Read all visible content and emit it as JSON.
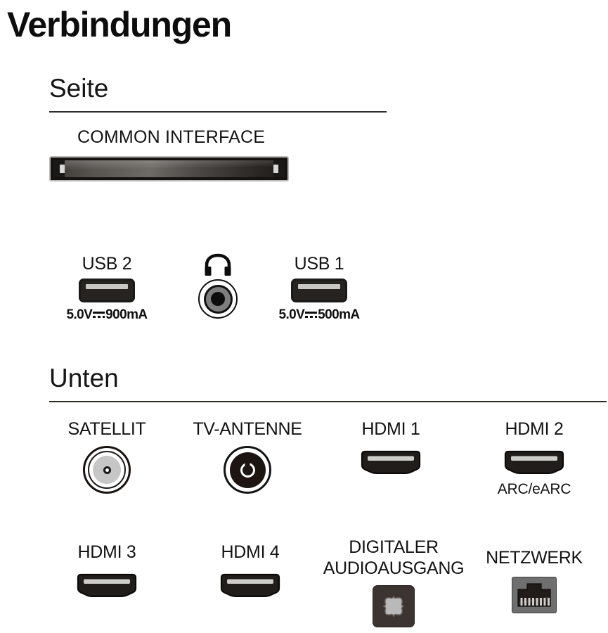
{
  "page": {
    "title": "Verbindungen"
  },
  "sections": [
    {
      "heading": "Seite",
      "ports": [
        {
          "label": "COMMON INTERFACE",
          "icon": "common-interface-slot-icon"
        },
        {
          "label": "USB 2",
          "rating_voltage": "5.0V",
          "rating_current": "900mA",
          "icon": "usb-port-icon"
        },
        {
          "label": "",
          "icon": "headphone-jack-icon"
        },
        {
          "label": "USB 1",
          "rating_voltage": "5.0V",
          "rating_current": "500mA",
          "icon": "usb-port-icon"
        }
      ]
    },
    {
      "heading": "Unten",
      "ports": [
        {
          "label": "SATELLIT",
          "icon": "satellite-connector-icon"
        },
        {
          "label": "TV-ANTENNE",
          "icon": "antenna-connector-icon"
        },
        {
          "label": "HDMI 1",
          "icon": "hdmi-port-icon"
        },
        {
          "label": "HDMI 2",
          "sublabel": "ARC/eARC",
          "icon": "hdmi-port-icon"
        },
        {
          "label": "HDMI 3",
          "icon": "hdmi-port-icon"
        },
        {
          "label": "HDMI 4",
          "icon": "hdmi-port-icon"
        },
        {
          "label": "DIGITALER",
          "label_line2": "AUDIOAUSGANG",
          "icon": "optical-audio-port-icon"
        },
        {
          "label": "NETZWERK",
          "icon": "network-port-icon"
        }
      ]
    }
  ],
  "colors": {
    "background": "#ffffff",
    "text": "#131313",
    "rule": "#2f2d2a",
    "port_dark": "#1a1a1a",
    "port_light": "#c9c7c4",
    "satellite_silver": "#c6c6c6",
    "toslink_body": "#3b3430",
    "rj45_body": "#6f6f6f"
  }
}
